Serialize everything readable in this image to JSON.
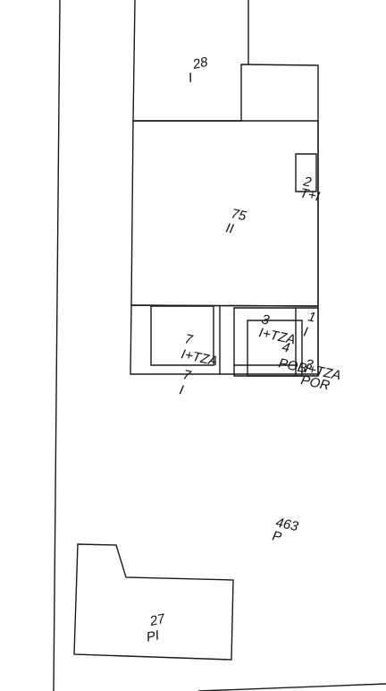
{
  "map": {
    "labels": {
      "b28_num": "28",
      "b28_cls": "I",
      "b2_num": "2",
      "b2_cls": "T+I",
      "b75_num": "75",
      "b75_cls": "II",
      "b3_num": "3",
      "b3_cls": "I+TZA",
      "b1_num": "1",
      "b1_cls": "I",
      "b4_num": "4",
      "b4_cls": "POB",
      "b3b_num": "3",
      "b3b_cls": "I+TZA",
      "b3b_sub": "POR",
      "b7_num": "7",
      "b7_cls": "I+TZA",
      "b7b_num": "7",
      "b7b_cls": "I",
      "p463_num": "463",
      "p463_cls": "P",
      "b27_num": "27",
      "b27_cls": "PI"
    }
  }
}
